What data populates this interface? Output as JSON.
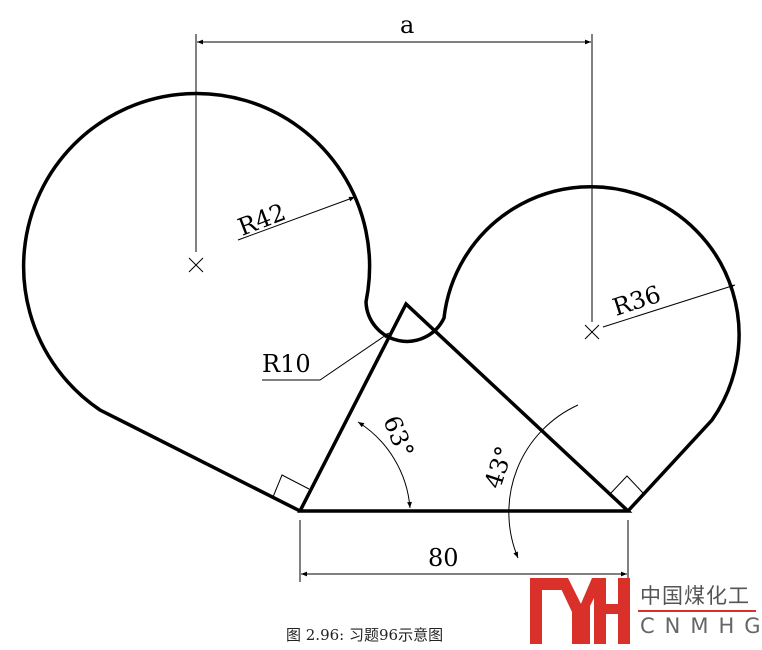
{
  "labels": {
    "dim_a": "a",
    "dim_80": "80",
    "r42": "R42",
    "r36": "R36",
    "r10": "R10",
    "angle_63": "63°",
    "angle_43": "43°"
  },
  "caption": "图 2.96: 习题96示意图",
  "logo": {
    "mark": "MH",
    "chinese": "中国煤化工",
    "english": "CNMHG",
    "color": "#d9302a"
  }
}
